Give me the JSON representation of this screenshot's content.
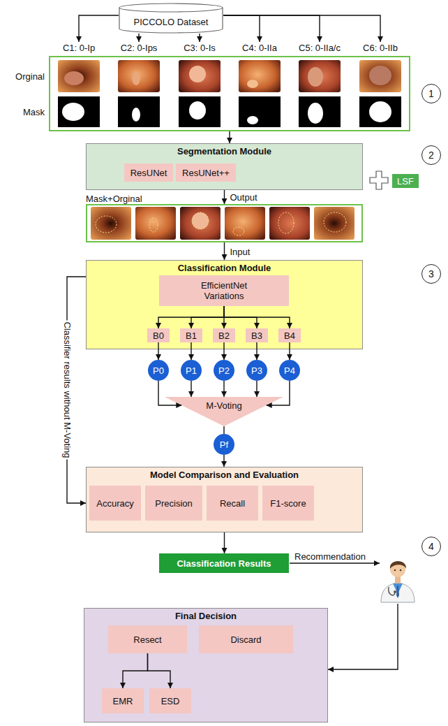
{
  "diagram": {
    "nodes": [
      {
        "text": [
          "PICCOLO Dataset"
        ]
      },
      {
        "text": [
          "C1: 0-Ip"
        ]
      },
      {
        "text": [
          "C2: 0-Ips"
        ]
      },
      {
        "text": [
          "C3: 0-Is"
        ]
      },
      {
        "text": [
          "C4: 0-IIa"
        ]
      },
      {
        "text": [
          "C5: 0-IIa/c"
        ]
      },
      {
        "text": [
          "C6: 0-IIb"
        ]
      },
      {
        "text": [
          "Orginal",
          "Mask"
        ]
      },
      {
        "text": [
          "1"
        ]
      },
      {
        "text": [
          "Segmentation Module"
        ]
      },
      {
        "text": [
          "ResUNet"
        ],
        "in": 9
      },
      {
        "text": [
          "ResUNet++"
        ],
        "in": 9
      },
      {
        "text": [
          "LSF"
        ]
      },
      {
        "text": [
          "2"
        ]
      },
      {
        "text": [
          "Mask+Orginal"
        ]
      },
      {
        "text": [
          "Classification Module"
        ]
      },
      {
        "text": [
          "EfficientNet Variations"
        ],
        "in": 15
      },
      {
        "text": [
          "B0"
        ],
        "in": 15
      },
      {
        "text": [
          "B1"
        ],
        "in": 15
      },
      {
        "text": [
          "B2"
        ],
        "in": 15
      },
      {
        "text": [
          "B3"
        ],
        "in": 15
      },
      {
        "text": [
          "B4"
        ],
        "in": 15
      },
      {
        "text": [
          "3"
        ]
      },
      {
        "text": [
          "P0"
        ]
      },
      {
        "text": [
          "P1"
        ]
      },
      {
        "text": [
          "P2"
        ]
      },
      {
        "text": [
          "P3"
        ]
      },
      {
        "text": [
          "P4"
        ]
      },
      {
        "text": [
          "M-Voting"
        ]
      },
      {
        "text": [
          "Pf"
        ]
      },
      {
        "text": [
          "Model Comparison and Evaluation"
        ]
      },
      {
        "text": [
          "Accuracy"
        ],
        "in": 30
      },
      {
        "text": [
          "Precision"
        ],
        "in": 30
      },
      {
        "text": [
          "Recall"
        ],
        "in": 30
      },
      {
        "text": [
          "F1-score"
        ],
        "in": 30
      },
      {
        "text": [
          "Classification Results"
        ]
      },
      {
        "text": [
          "4"
        ]
      },
      {
        "text": [
          "Final Decision"
        ]
      },
      {
        "text": [
          "Resect"
        ],
        "in": 37
      },
      {
        "text": [
          "Discard"
        ],
        "in": 37
      },
      {
        "text": [
          "EMR"
        ],
        "in": 37
      },
      {
        "text": [
          "ESD"
        ],
        "in": 37
      }
    ],
    "edges": [
      {
        "from": 0,
        "to": 1,
        "arrow": "to"
      },
      {
        "from": 0,
        "to": 2,
        "arrow": "to"
      },
      {
        "from": 0,
        "to": 3,
        "arrow": "to"
      },
      {
        "from": 0,
        "to": 4,
        "arrow": "to"
      },
      {
        "from": 0,
        "to": 5,
        "arrow": "to"
      },
      {
        "from": 0,
        "to": 6,
        "arrow": "to"
      },
      {
        "from": 7,
        "to": 9,
        "arrow": "to"
      },
      {
        "from": 9,
        "to": 14,
        "label": "Output",
        "arrow": "to"
      },
      {
        "from": 14,
        "to": 15,
        "label": "Input",
        "arrow": "to"
      },
      {
        "from": 16,
        "to": 17,
        "arrow": "to"
      },
      {
        "from": 16,
        "to": 18,
        "arrow": "to"
      },
      {
        "from": 16,
        "to": 19,
        "arrow": "to"
      },
      {
        "from": 16,
        "to": 20,
        "arrow": "to"
      },
      {
        "from": 16,
        "to": 21,
        "arrow": "to"
      },
      {
        "from": 17,
        "to": 23,
        "arrow": "to"
      },
      {
        "from": 18,
        "to": 24,
        "arrow": "to"
      },
      {
        "from": 19,
        "to": 25,
        "arrow": "to"
      },
      {
        "from": 20,
        "to": 26,
        "arrow": "to"
      },
      {
        "from": 21,
        "to": 27,
        "arrow": "to"
      },
      {
        "from": 23,
        "to": 28,
        "arrow": "to"
      },
      {
        "from": 24,
        "to": 28,
        "arrow": "to"
      },
      {
        "from": 25,
        "to": 28,
        "arrow": "to"
      },
      {
        "from": 26,
        "to": 28,
        "arrow": "to"
      },
      {
        "from": 27,
        "to": 28,
        "arrow": "to"
      },
      {
        "from": 28,
        "to": 29,
        "arrow": "none"
      },
      {
        "from": 29,
        "to": 30,
        "arrow": "to"
      },
      {
        "from": 15,
        "to": 30,
        "label": "Classifier results without M-Voting",
        "arrow": "to"
      },
      {
        "from": 30,
        "to": 35,
        "arrow": "to"
      },
      {
        "from": 38,
        "to": 40,
        "arrow": "to"
      },
      {
        "from": 38,
        "to": 41,
        "arrow": "to"
      }
    ],
    "labels": [
      "Recommendation"
    ]
  }
}
